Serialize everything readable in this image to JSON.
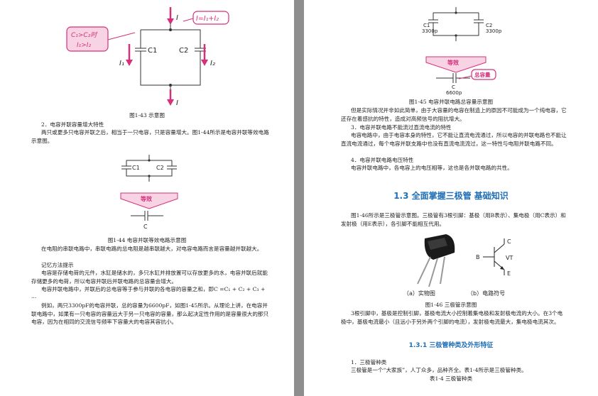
{
  "left_page": {
    "fig43": {
      "caption": "图1-43 示意图",
      "label_I_top": "I",
      "formula": "I=I₁+I₂",
      "cond_line1": "C₁>C₂时",
      "cond_line2": "I₁>I₂",
      "label_I1": "I₁",
      "label_C1": "C1",
      "label_C2": "C2",
      "label_I2": "I₂",
      "label_I_bottom": "I"
    },
    "sec2_heading": "2．电容并联容量增大特性",
    "sec2_body": "两只或更多只电容并联之后，相当于一只电容，只是容量增大。图1-44所示是电容并联等效电路示意图。",
    "fig44": {
      "caption": "图1-44 电容并联等效电路示意图",
      "label_C1": "C1",
      "label_C2": "C2",
      "arrow_text": "等效",
      "label_C": "C"
    },
    "para1": "在电阻的串联电路中，串联电路的总电阻是越串联越大，对电容电路而言是容量越并联越大。",
    "memory_heading": "记忆方法提示",
    "memory_body": "电容是存储电荷的元件，水缸是储水的，多只水缸并排放置可以存放更多的水，电容并联后就能存储更多的电荷，所以电容并联后并联电路的总容量会增大。",
    "para2": "电容并联电路中，并联后的总电容等于参与并联的各电容的容量之和，即C =C₁ + C₂ + C₃ + ···",
    "para3": "例如，两只3300pF的电容并联，总的容量为6600pF，如图1-45所示。从理论上讲，在电容并联电路中，如果有一只电容的容量远大于另一只电容的容量，那么起决定性作用的是容量很大的那只电容，因为在相同的交流信号频率下容量大的电容其容抗小。"
  },
  "right_page": {
    "fig45": {
      "caption": "图1-45 电容并联电路总容量示意图",
      "c1_name": "C1",
      "c1_value": "3300p",
      "c2_name": "C2",
      "c2_value": "3300p",
      "arrow_text": "等效",
      "c_name": "C",
      "c_value": "6600p",
      "callout": "总容量"
    },
    "para1": "但是实际情况并非如此简单，由于大容量的电容在制造上的原因不可能成为一个纯电容，它还存在着感抗的特性，造成对高频信号的阻抗增大。",
    "sec3_heading": "3．电容并联电路不能流过直流电流的特性",
    "sec3_body": "电容电路中，由于电容本身的特性，它不能让直流电流通过，所以电容的并联电路也不能让直流电流通过，每个电容并联支路中也没有直流电流流过，这一特性与电阻并联电路不同。",
    "sec4_heading": "4．电容并联电路电压特性",
    "sec4_body": "电容并联电路中，各电容上的电压相等，这也是各并联电路的共性。",
    "section_title": "1.3 全面掌握三极管 基础知识",
    "intro": "图1-46所示是三极管示意图。三极管有3根引脚：基极（用B表示）、集电极（用C表示）和发射极（用E表示），各引脚不能相互代用。",
    "fig46": {
      "sub_a": "（a）实物图",
      "sub_b": "（b）电路符号",
      "label_B": "B",
      "label_C": "C",
      "label_VT": "VT",
      "label_E": "E",
      "caption": "图1-46 三极管示意图"
    },
    "para_pins": "3根引脚中，基极是控制引脚，基极电流大小控制着集电极和发射极电流的大小。在3个电极中，基极电流最小（且远小于另外两个引脚的电流），发射极电流最大，集电极电流其次。",
    "subsection_title": "1.3.1 三极管种类及外形特征",
    "types_heading": "1．三极管种类",
    "types_body": "三极管是一个“大家族”，人丁众多，品种齐全。表1-4所示是三极管种类。",
    "table_caption": "表1-4 三极管种类"
  },
  "colors": {
    "accent_magenta": "#d6307a",
    "callout_pink": "#f7d3e3",
    "heading_blue": "#1f6fb8"
  }
}
